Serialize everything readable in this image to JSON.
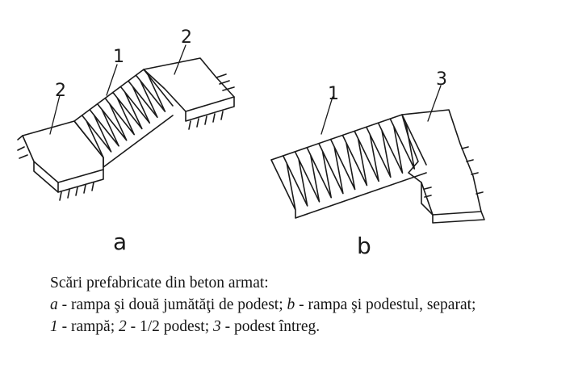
{
  "figure": {
    "labels": {
      "a": "a",
      "b": "b",
      "n1_a": "1",
      "n2_left": "2",
      "n2_right": "2",
      "n1_b": "1",
      "n3": "3"
    },
    "ink_color": "#1a1a1a"
  },
  "caption": {
    "title": "Scări prefabricate din beton armat:",
    "line2": {
      "key_a": "a",
      "text_a": " - rampa şi două jumătăţi de podest; ",
      "key_b": "b",
      "text_b": " - rampa şi podestul, separat;"
    },
    "line3": {
      "key_1": "1",
      "text_1": " - rampă; ",
      "key_2": "2",
      "text_2": " - 1/2 podest; ",
      "key_3": "3",
      "text_3": " - podest întreg."
    }
  }
}
